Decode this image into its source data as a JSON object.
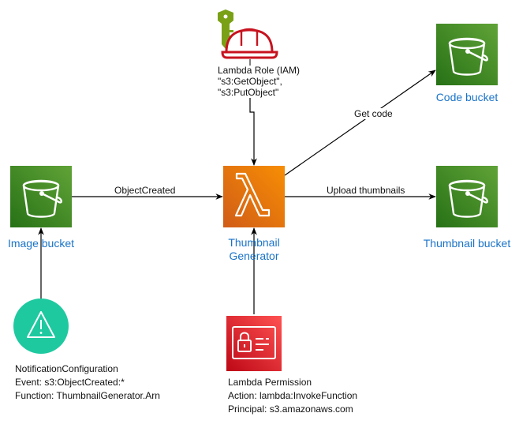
{
  "colors": {
    "s3_green_top": "#60a337",
    "s3_green_bottom": "#277116",
    "lambda_orange_top": "#f78e04",
    "lambda_orange_bottom": "#d05c17",
    "security_red_top": "#f54749",
    "security_red_bottom": "#c7131f",
    "alarm_teal": "#1ec9a0",
    "iam_red": "#c7131f",
    "iam_key_green": "#7aa116",
    "label_blue": "#1a73c8"
  },
  "nodes": {
    "image_bucket": {
      "label": "Image bucket",
      "icon": "s3-bucket-icon"
    },
    "thumbnail_generator": {
      "label_line1": "Thumbnail",
      "label_line2": "Generator",
      "icon": "lambda-icon"
    },
    "code_bucket": {
      "label": "Code bucket",
      "icon": "s3-bucket-icon"
    },
    "thumbnail_bucket": {
      "label": "Thumbnail bucket",
      "icon": "s3-bucket-icon"
    },
    "lambda_role": {
      "icon": "iam-role-icon",
      "lines": [
        "Lambda Role (IAM)",
        "\"s3:GetObject\",",
        "\"s3:PutObject\""
      ]
    },
    "notification": {
      "icon": "alarm-icon",
      "lines": [
        "NotificationConfiguration",
        "Event: s3:ObjectCreated:*",
        "Function: ThumbnailGenerator.Arn"
      ]
    },
    "lambda_permission": {
      "icon": "permissions-icon",
      "lines": [
        "Lambda Permission",
        "Action: lambda:InvokeFunction",
        "Principal: s3.amazonaws.com"
      ]
    }
  },
  "edges": {
    "object_created": "ObjectCreated",
    "get_code": "Get code",
    "upload_thumbnails": "Upload thumbnails"
  }
}
